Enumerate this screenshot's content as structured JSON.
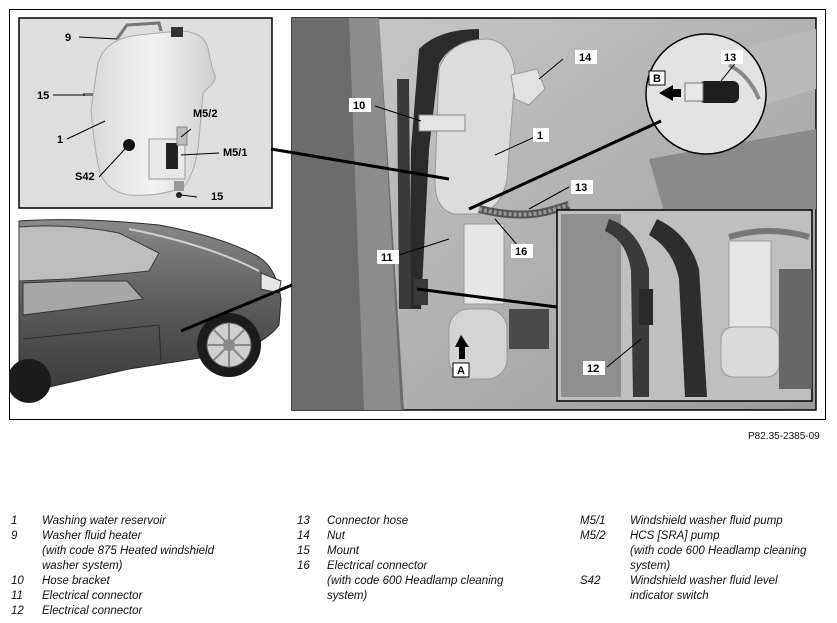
{
  "figure": {
    "reference_code": "P82.35-2385-09",
    "callouts": {
      "c9": "9",
      "c15a": "15",
      "c1a": "1",
      "cm52": "M5/2",
      "cm51": "M5/1",
      "cs42": "S42",
      "c15b": "15",
      "c10": "10",
      "c14": "14",
      "c1b": "1",
      "c13a": "13",
      "cB": "B",
      "c13b": "13",
      "c11": "11",
      "c16": "16",
      "cA": "A",
      "c12": "12"
    }
  },
  "legend": {
    "col1": [
      {
        "code": "1",
        "lines": [
          "Washing water reservoir"
        ]
      },
      {
        "code": "9",
        "lines": [
          "Washer fluid heater",
          "(with code 875 Heated windshield",
          "washer system)"
        ]
      },
      {
        "code": "10",
        "lines": [
          "Hose bracket"
        ]
      },
      {
        "code": "11",
        "lines": [
          "Electrical connector"
        ]
      },
      {
        "code": "12",
        "lines": [
          "Electrical connector"
        ]
      }
    ],
    "col2": [
      {
        "code": "13",
        "lines": [
          "Connector hose"
        ]
      },
      {
        "code": "14",
        "lines": [
          "Nut"
        ]
      },
      {
        "code": "15",
        "lines": [
          "Mount"
        ]
      },
      {
        "code": "16",
        "lines": [
          "Electrical connector",
          "(with code 600 Headlamp cleaning",
          "system)"
        ]
      }
    ],
    "col3": [
      {
        "code": "M5/1",
        "lines": [
          "Windshield washer fluid pump"
        ]
      },
      {
        "code": "M5/2",
        "lines": [
          "HCS [SRA] pump",
          "(with code 600 Headlamp cleaning",
          "system)"
        ]
      },
      {
        "code": "S42",
        "lines": [
          "Windshield washer fluid level",
          "indicator switch"
        ]
      }
    ]
  }
}
